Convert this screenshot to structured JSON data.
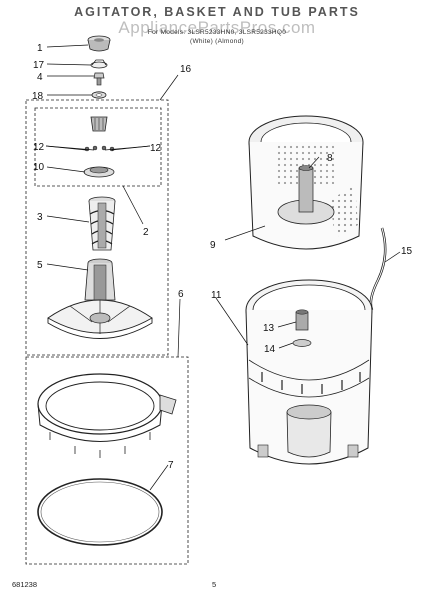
{
  "header": {
    "title": "AGITATOR, BASKET AND TUB PARTS",
    "for_models_line": "For Models: 3LSR5233HN0, 3LSR5233HQ0",
    "color_line": "(White)     (Almond)"
  },
  "watermark": "AppliancePartsPros.com",
  "callouts": {
    "c1": "1",
    "c17": "17",
    "c4": "4",
    "c18": "18",
    "c16": "16",
    "c12a": "12",
    "c12b": "12",
    "c10": "10",
    "c2": "2",
    "c3": "3",
    "c5": "5",
    "c6": "6",
    "c7": "7",
    "c8": "8",
    "c9": "9",
    "c11": "11",
    "c13": "13",
    "c14": "14",
    "c15": "15"
  },
  "footer": {
    "doc_number": "681238",
    "page_number": "5"
  }
}
